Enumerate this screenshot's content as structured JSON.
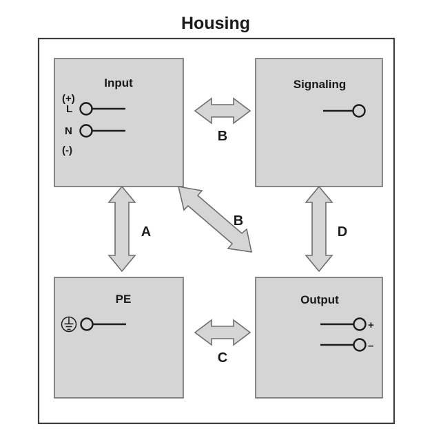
{
  "diagram": {
    "title": "Housing",
    "blocks": [
      {
        "id": "input",
        "label": "Input",
        "terminals": [
          {
            "name": "L",
            "polarity_above": "(+)"
          },
          {
            "name": "N",
            "polarity_below": "(-)"
          }
        ],
        "polarity_top": "(+)",
        "polarity_bottom": "(-)",
        "terminal_labels": [
          "L",
          "N"
        ]
      },
      {
        "id": "signaling",
        "label": "Signaling",
        "terminal_labels": []
      },
      {
        "id": "pe",
        "label": "PE",
        "earth_symbol": "protective-earth-icon",
        "terminal_labels": []
      },
      {
        "id": "output",
        "label": "Output",
        "terminal_labels": [
          "+",
          "–"
        ]
      }
    ],
    "arrows": [
      {
        "id": "arrow-a",
        "label": "A",
        "orientation": "vertical",
        "from": "input",
        "to": "pe"
      },
      {
        "id": "arrow-b-horizontal",
        "label": "B",
        "orientation": "horizontal",
        "from": "input",
        "to": "signaling"
      },
      {
        "id": "arrow-b-diagonal",
        "label": "B",
        "orientation": "diagonal",
        "from": "input",
        "to": "output"
      },
      {
        "id": "arrow-c",
        "label": "C",
        "orientation": "horizontal",
        "from": "pe",
        "to": "output"
      },
      {
        "id": "arrow-d",
        "label": "D",
        "orientation": "vertical",
        "from": "signaling",
        "to": "output"
      }
    ],
    "colors": {
      "block_fill": "#d5d5d5",
      "block_stroke": "#6e6e6e",
      "housing_stroke": "#3d3d3d",
      "text": "#1a1a1a",
      "wire": "#1a1a1a"
    }
  }
}
